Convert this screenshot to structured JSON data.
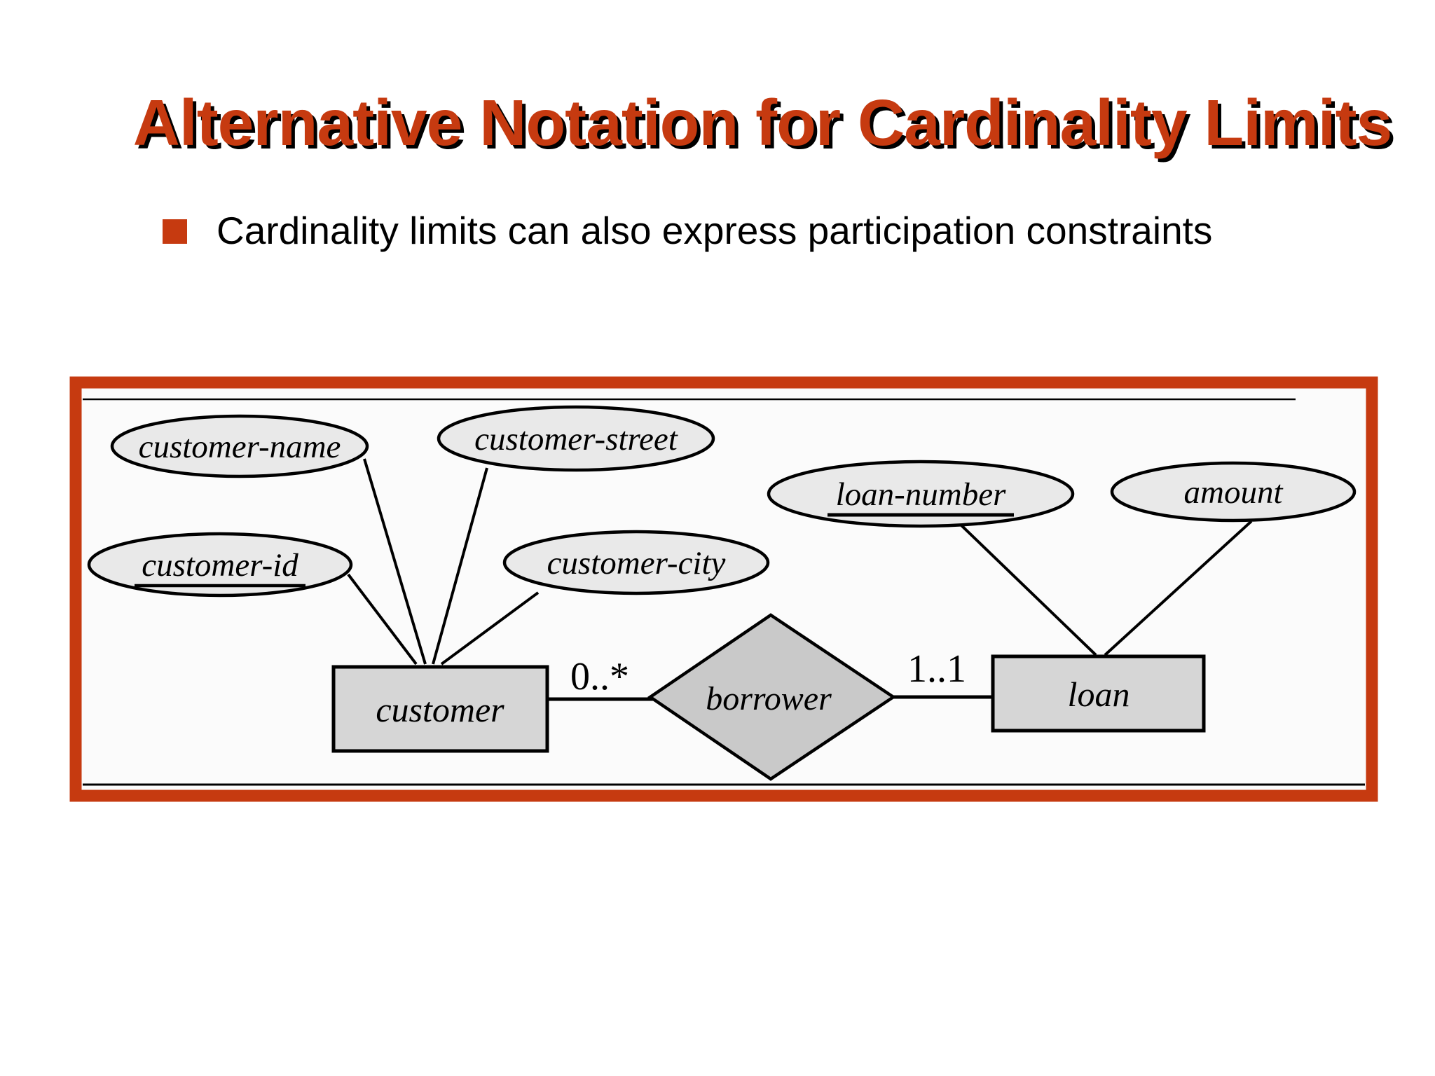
{
  "slide": {
    "title": "Alternative Notation for Cardinality Limits",
    "bullet": "Cardinality limits can also express participation constraints"
  },
  "colors": {
    "accent_red": "#c63a10",
    "diagram_background": "#fbfbfb",
    "attribute_fill": "#e9e9e9",
    "entity_fill": "#d6d6d6",
    "relationship_fill": "#c9c9c9",
    "line_color": "#000000"
  },
  "diagram": {
    "attributes": [
      {
        "label": "customer-name",
        "primary_key": false
      },
      {
        "label": "customer-street",
        "primary_key": false
      },
      {
        "label": "customer-id",
        "primary_key": true
      },
      {
        "label": "customer-city",
        "primary_key": false
      },
      {
        "label": "loan-number",
        "primary_key": true
      },
      {
        "label": "amount",
        "primary_key": false
      }
    ],
    "entities": [
      {
        "label": "customer"
      },
      {
        "label": "loan"
      }
    ],
    "relationship": {
      "label": "borrower"
    },
    "cardinalities": [
      {
        "label": "0..*"
      },
      {
        "label": "1..1"
      }
    ]
  }
}
